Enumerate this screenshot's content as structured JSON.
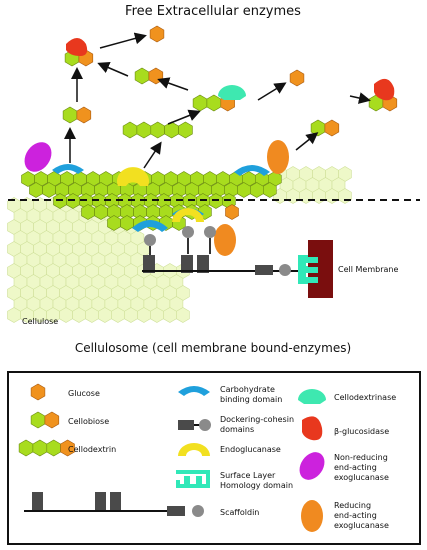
{
  "titles": {
    "top": "Free Extracellular enzymes",
    "bottom": "Cellulosome (cell membrane bound-enzymes)"
  },
  "labels": {
    "cell_membrane": "Cell Membrane",
    "cellulose": "Cellulose"
  },
  "legend": {
    "glucose": "Glucose",
    "cellobiose": "Cellobiose",
    "cellodextrin": "Cellodextrin",
    "cbd": [
      "Carbohydrate",
      "binding domain"
    ],
    "dockerin": [
      "Dockering-cohesin",
      "domains"
    ],
    "endo": "Endoglucanase",
    "slh": [
      "Surface Layer",
      "Homology domain"
    ],
    "scaffoldin": "Scaffoldin",
    "cellodextrinase": "Cellodextrinase",
    "bgluc": "β-glucosidase",
    "nonred": [
      "Non-reducing",
      "end-acting",
      "exoglucanase"
    ],
    "red": [
      "Reducing",
      "end-acting",
      "exoglucanase"
    ]
  },
  "colors": {
    "glucose": "#f0921e",
    "cellodextrin_green": "#a8dc1e",
    "cellulose_pale": "#eef8c8",
    "cbd_blue": "#1fa0dc",
    "endo_yellow": "#f2e020",
    "cellodextrinase_teal": "#3ee8b0",
    "bgluc_red": "#e8381e",
    "nonred_purple": "#cc22dd",
    "red_orange": "#f08a20",
    "scaffold_gray": "#4a4a4a",
    "membrane_maroon": "#7a0e0e",
    "slh_teal": "#30e8b8"
  }
}
